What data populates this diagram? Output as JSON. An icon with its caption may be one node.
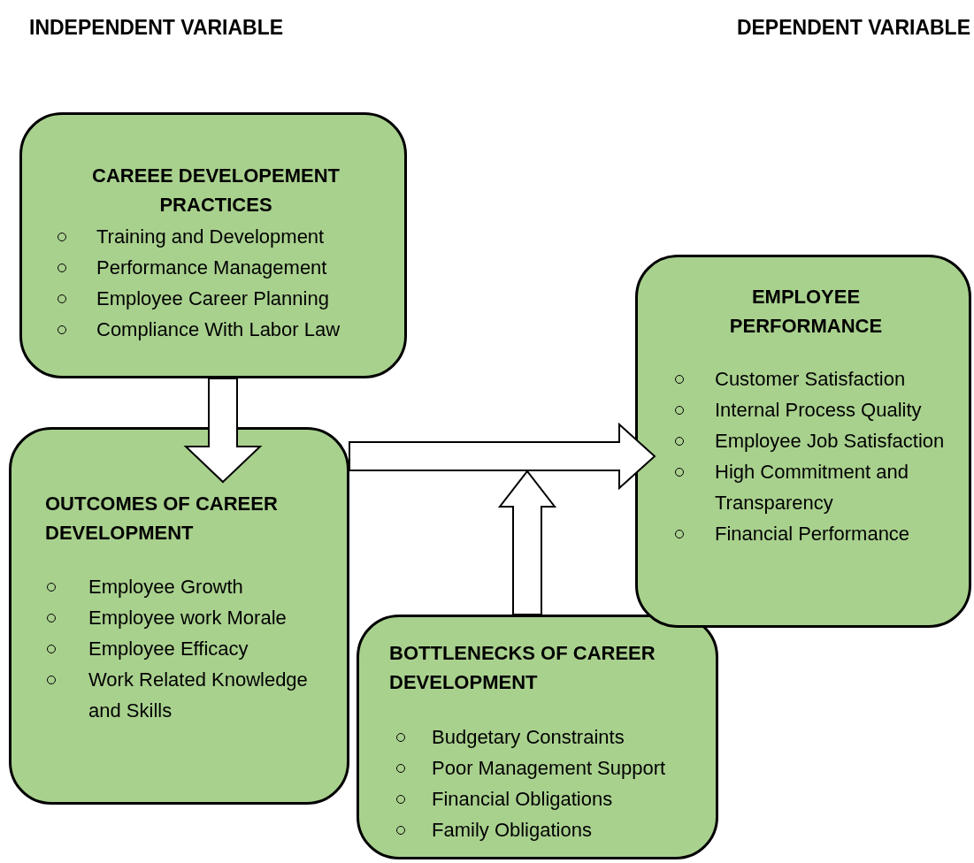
{
  "diagram": {
    "nodes": [
      {
        "text": [
          "CAREEE DEVELOPEMENT PRACTICES",
          "Training and Development",
          "Performance Management",
          "Employee Career Planning",
          "Compliance With Labor Law"
        ]
      },
      {
        "text": [
          "OUTCOMES OF CAREER DEVELOPMENT",
          "Employee Growth",
          "Employee work Morale",
          "Employee Efficacy",
          "Work Related Knowledge and Skills"
        ]
      },
      {
        "text": [
          "BOTTLENECKS OF CAREER DEVELOPMENT",
          "Budgetary Constraints",
          "Poor Management Support",
          "Financial Obligations",
          "Family Obligations"
        ]
      },
      {
        "text": [
          "EMPLOYEE PERFORMANCE",
          "Customer Satisfaction",
          "Internal Process Quality",
          "Employee Job Satisfaction",
          "High Commitment and Transparency",
          "Financial Performance"
        ]
      }
    ],
    "edges": [
      {
        "from": 0,
        "to": 1,
        "arrow": "to"
      },
      {
        "from": 1,
        "to": 3,
        "arrow": "to"
      },
      {
        "from": 2,
        "to": null,
        "arrow": "to"
      }
    ],
    "labels": [
      "INDEPENDENT VARIABLE",
      "DEPENDENT VARIABLE"
    ]
  }
}
